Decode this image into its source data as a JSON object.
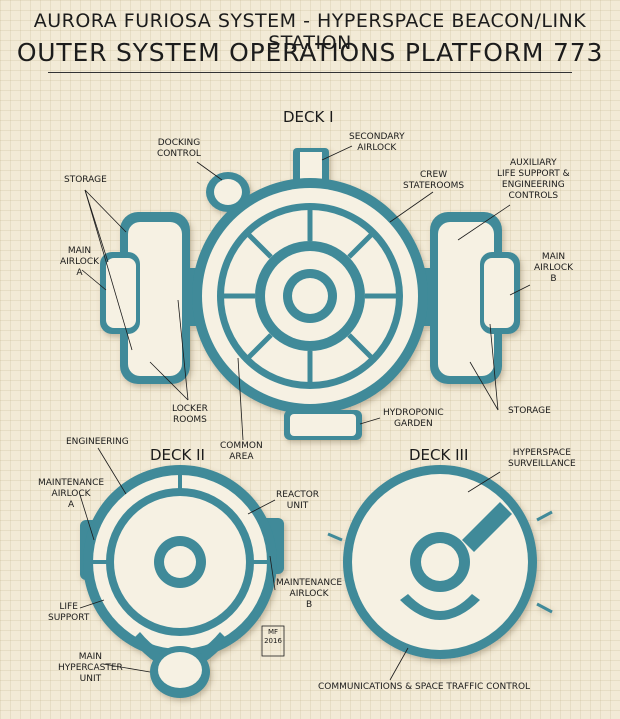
{
  "header": {
    "subtitle": "AURORA FURIOSA SYSTEM - HYPERSPACE BEACON/LINK STATION",
    "title": "OUTER SYSTEM OPERATIONS PLATFORM 773"
  },
  "decks": {
    "deck1": "DECK I",
    "deck2": "DECK II",
    "deck3": "DECK III"
  },
  "labels": {
    "secondary_airlock": [
      "SECONDARY",
      "AIRLOCK"
    ],
    "docking_control": [
      "DOCKING",
      "CONTROL"
    ],
    "storage_left": [
      "STORAGE"
    ],
    "crew_staterooms": [
      "CREW",
      "STATEROOMS"
    ],
    "auxiliary": [
      "AUXILIARY",
      "LIFE SUPPORT &",
      "ENGINEERING",
      "CONTROLS"
    ],
    "main_airlock_a": [
      "MAIN",
      "AIRLOCK",
      "A"
    ],
    "main_airlock_b": [
      "MAIN",
      "AIRLOCK",
      "B"
    ],
    "storage_right": [
      "STORAGE"
    ],
    "hydroponic_garden": [
      "HYDROPONIC",
      "GARDEN"
    ],
    "locker_rooms": [
      "LOCKER",
      "ROOMS"
    ],
    "common_area": [
      "COMMON",
      "AREA"
    ],
    "engineering": [
      "ENGINEERING"
    ],
    "maintenance_airlock_a": [
      "MAINTENANCE",
      "AIRLOCK",
      "A"
    ],
    "reactor_unit": [
      "REACTOR",
      "UNIT"
    ],
    "maintenance_airlock_b": [
      "MAINTENANCE",
      "AIRLOCK",
      "B"
    ],
    "life_support": [
      "LIFE",
      "SUPPORT"
    ],
    "main_hypercaster": [
      "MAIN",
      "HYPERCASTER",
      "UNIT"
    ],
    "hyperspace_surveillance": [
      "HYPERSPACE",
      "SURVEILLANCE"
    ],
    "comms": [
      "COMMUNICATIONS & SPACE TRAFFIC CONTROL"
    ]
  },
  "signature": [
    "MF",
    "2016"
  ],
  "colors": {
    "paper": "#f2ead6",
    "hull": "#3f8a99",
    "floor": "#f6f1e3",
    "ink": "#1b1b1b"
  }
}
